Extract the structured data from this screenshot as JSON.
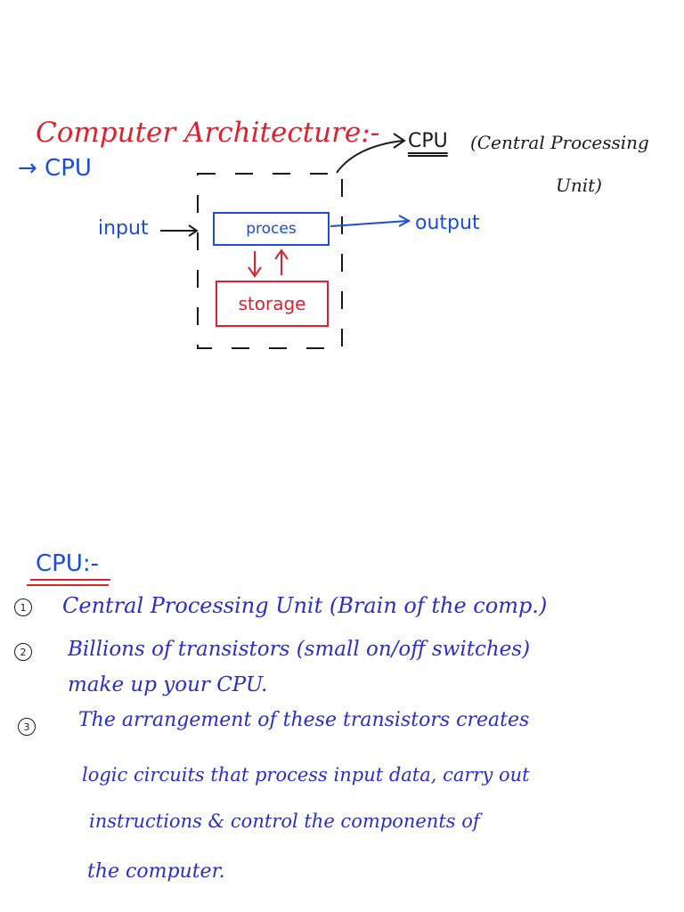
{
  "diagram": {
    "title": "Computer Architecture:-",
    "subtitle": "→ CPU",
    "cpu_label": "CPU",
    "cpu_full_name_line1": "(Central Processing",
    "cpu_full_name_line2": "Unit)",
    "input_label": "input",
    "process_label": "proces",
    "storage_label": "storage",
    "output_label": "output"
  },
  "notes": {
    "heading": "CPU:-",
    "items": [
      {
        "number": "1",
        "lines": [
          "Central Processing Unit (Brain of the comp.)"
        ]
      },
      {
        "number": "2",
        "lines": [
          "Billions of transistors (small on/off switches)",
          "make up your CPU."
        ]
      },
      {
        "number": "3",
        "lines": [
          "The arrangement of these transistors creates",
          "logic circuits that process input data, carry out",
          "instructions & control the components of",
          "the computer."
        ]
      }
    ]
  },
  "colors": {
    "title": "#d9232f",
    "diagram_blue": "#1b4fcf",
    "storage_red": "#d9232f",
    "ink": "#1a1a1a",
    "notes_blue": "#2a2fbf"
  }
}
